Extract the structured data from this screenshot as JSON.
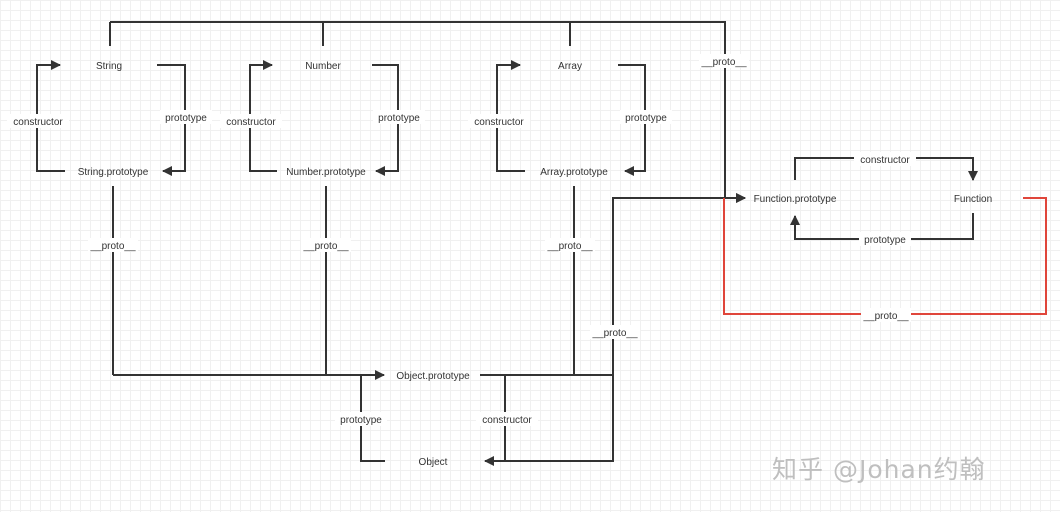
{
  "colors": {
    "line": "#333333",
    "highlight": "#e0463b",
    "text": "#333333",
    "watermark": "#bfbfbf"
  },
  "nodes": {
    "string": "String",
    "number": "Number",
    "array": "Array",
    "string_prototype": "String.prototype",
    "number_prototype": "Number.prototype",
    "array_prototype": "Array.prototype",
    "function_prototype": "Function.prototype",
    "function": "Function",
    "object_prototype": "Object.prototype",
    "object": "Object"
  },
  "edge_labels": {
    "constructor": "constructor",
    "prototype": "prototype",
    "proto": "__proto__"
  },
  "watermark": "知乎 @Johan约翰"
}
